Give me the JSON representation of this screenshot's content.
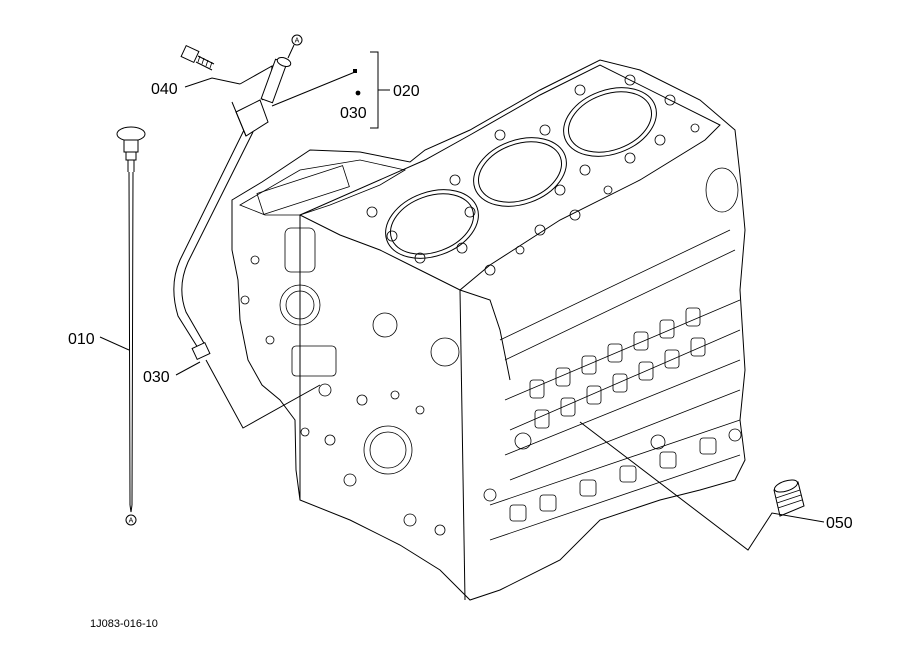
{
  "labels": {
    "p010": "010",
    "p020": "020",
    "p030_top": "030",
    "p030_tube": "030",
    "p040": "040",
    "p050": "050"
  },
  "markers": {
    "top": "A",
    "bottom": "A"
  },
  "reference": "1J083-016-10"
}
